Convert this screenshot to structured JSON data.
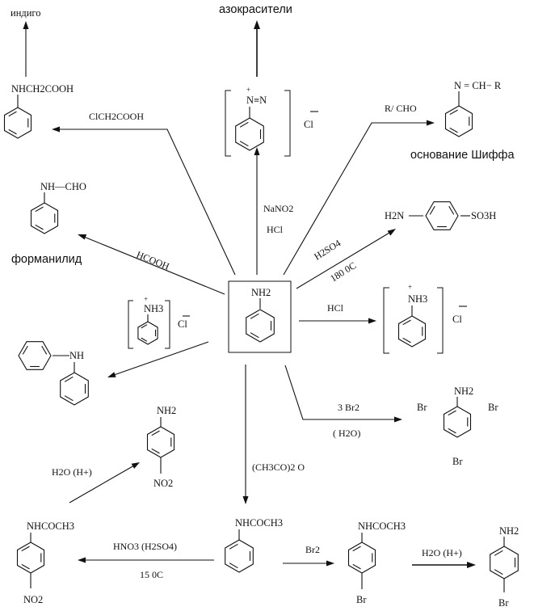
{
  "center": {
    "label": "NH2"
  },
  "products": {
    "indigo": "индиго",
    "glycine_label": "NHCH2COOH",
    "azo": "азокрасители",
    "diazonium_label": "N≡N",
    "diazonium_anion": "Cl",
    "schiff_label": "N = CH− R",
    "schiff_name": "основание  Шиффа",
    "formanilide_label": "NH—CHO",
    "formanilide_name": "форманилид",
    "sulfanilic_left": "H2N",
    "sulfanilic_right": "SO3H",
    "anilinium_label": "NH3",
    "anilinium_anion": "Cl",
    "diphenylamine_label": "NH",
    "tribromo_top": "NH2",
    "tribromo_br_left": "Br",
    "tribromo_br_right": "Br",
    "tribromo_br_bottom": "Br",
    "nitroaniline_top": "NH2",
    "nitroaniline_bottom": "NO2",
    "acetanilide_label": "NHCOCH3",
    "nitroacetanilide_top": "NHCOCH3",
    "nitroacetanilide_bottom": "NO2",
    "bromoacetanilide_top": "NHCOCH3",
    "bromoacetanilide_bottom": "Br",
    "bromoaniline_top": "NH2",
    "bromoaniline_bottom": "Br"
  },
  "reagents": {
    "clch2cooh": "ClCH2COOH",
    "rcho": "R/ CHO",
    "nano2": "NaNO2",
    "hcl_diazo": "HCl",
    "hcooh": "HCOOH",
    "h2so4": "H2SO4",
    "temp_180": "180 0C",
    "hcl": "HCl",
    "br2_3": "3 Br2",
    "h2o": "( H2O)",
    "ac2o": "(CH3CO)2 O",
    "hydrolysis_left": "H2O  (H+)",
    "hno3": "HNO3  (H2SO4)",
    "temp_15": "15 0C",
    "br2": "Br2",
    "hydrolysis_right": "H2O  (H+)"
  }
}
